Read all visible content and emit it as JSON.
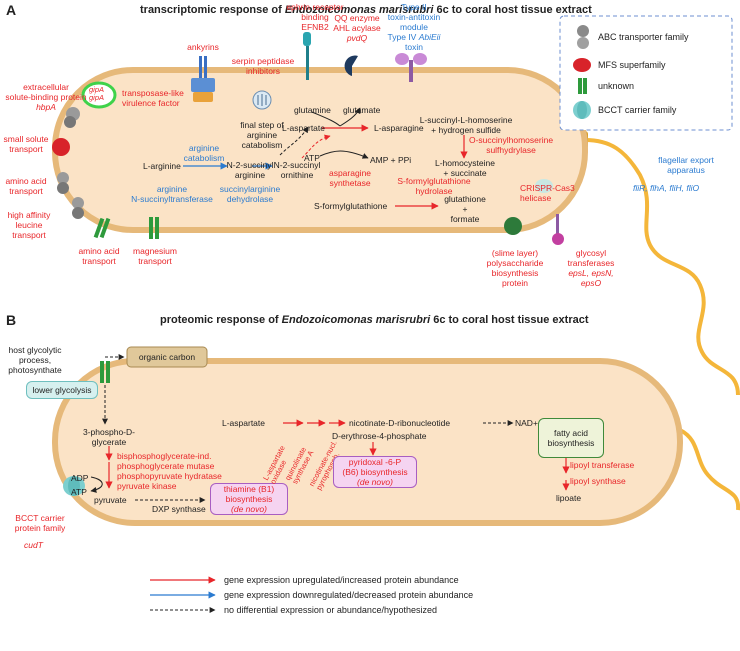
{
  "panel_a": {
    "letter": "A",
    "title_pre": "transcriptomic response of ",
    "title_species": "Endozoicomonas marisrubri",
    "title_post": " 6c to coral host tissue extract"
  },
  "panel_b": {
    "letter": "B",
    "title_pre": "proteomic response of ",
    "title_species": "Endozoicomonas marisrubri",
    "title_post": " 6c to coral host tissue extract"
  },
  "legend_a": {
    "abc": "ABC transporter family",
    "mfs": "MFS superfamily",
    "unknown": "unknown",
    "bcct": "BCCT carrier family"
  },
  "a_outside": {
    "ecsbp_1": "extracellular",
    "ecsbp_2": "solute-binding protein",
    "ecsbp_gene": "hbpA",
    "small_solute_1": "small solute",
    "small_solute_2": "transport",
    "amino_left_1": "amino acid",
    "amino_left_2": "transport",
    "leucine_1": "high affinity",
    "leucine_2": "leucine",
    "leucine_3": "transport",
    "amino_bottom_1": "amino acid",
    "amino_bottom_2": "transport",
    "magnesium_1": "magnesium",
    "magnesium_2": "transport",
    "ankyrins": "ankyrins",
    "serpin_1": "serpin peptidase",
    "serpin_2": "inhibitors",
    "ephrin_1": "ephrin receptor",
    "ephrin_2": "binding",
    "ephrin_3": "EFNB2",
    "qq_1": "QQ enzyme",
    "qq_2": "AHL acylase",
    "qq_gene": "pvdQ",
    "ta_1": "Type II",
    "ta_2": "toxin-antitoxin",
    "ta_3": "module",
    "ta_4_pre": "Type IV ",
    "ta_4_gene": "AbiEii",
    "ta_5": "toxin",
    "slime_1": "(slime layer)",
    "slime_2": "polysaccharide",
    "slime_3": "biosynthesis",
    "slime_4": "protein",
    "glycosyl_1": "glycosyl",
    "glycosyl_2": "transferases",
    "glycosyl_genes_1": "epsL, epsN,",
    "glycosyl_genes_2": "epsO",
    "flagellar_1": "flagellar export",
    "flagellar_2": "apparatus",
    "flagellar_genes": "fliR, flhA, fliH, fliO"
  },
  "a_inside": {
    "gipA_1": "gipA",
    "gipA_2": "gipA",
    "transposase_1": "transposase-like",
    "transposase_2": "virulence factor",
    "final_step_1": "final step of",
    "final_step_2": "arginine",
    "final_step_3": "catabolism",
    "l_arginine": "L-arginine",
    "arg_catabolism_1": "arginine",
    "arg_catabolism_2": "catabolism",
    "n2_succ_arg_1": "N-2-succinyl",
    "n2_succ_arg_2": "arginine",
    "n2_succ_orn_1": "N-2-succinyl",
    "n2_succ_orn_2": "ornithine",
    "arg_nst_1": "arginine",
    "arg_nst_2": "N-succinyltransferase",
    "sad_1": "succinylarginine",
    "sad_2": "dehydrolase",
    "glutamine": "glutamine",
    "glutamate": "glutamate",
    "l_aspartate": "L-aspartate",
    "l_asparagine": "L-asparagine",
    "atp": "ATP",
    "amp_ppi": "AMP + PPi",
    "asn_synth_1": "asparagine",
    "asn_synth_2": "synthetase",
    "succ_hs_1": "L-succinyl-L-homoserine",
    "succ_hs_2": "+ hydrogen sulfide",
    "osuc_1": "O-succinylhomoserine",
    "osuc_2": "sulfhydrylase",
    "homocys_1": "L-homocysteine",
    "homocys_2": "+ succinate",
    "sfg_hydro_1": "S-formylglutathione",
    "sfg_hydro_2": "hydrolase",
    "sfg": "S-formylglutathione",
    "gsh_1": "glutathione",
    "gsh_2": "+",
    "gsh_3": "formate",
    "crispr_1": "CRISPR-Cas3",
    "crispr_2": "helicase"
  },
  "b_items": {
    "host_1": "host glycolytic",
    "host_2": "process,",
    "host_3": "photosynthate",
    "organic_carbon": "organic carbon",
    "lower_glycolysis": "lower glycolysis",
    "pga_1": "3-phospho-D-",
    "pga_2": "glycerate",
    "bpgm_1": "bisphosphoglycerate-ind.",
    "bpgm_2": "phosphoglycerate  mutase",
    "enolase": "phosphopyruvate hydratase",
    "pk": "pyruvate kinase",
    "adp": "ADP",
    "atp": "ATP",
    "pyruvate": "pyruvate",
    "dxp": "DXP synthase",
    "thiamine_1": "thiamine (B1)",
    "thiamine_2": "biosynthesis",
    "thiamine_3": "(de novo)",
    "bcct_1": "BCCT carrier",
    "bcct_2": "protein family",
    "bcct_gene": "cudT",
    "l_aspartate": "L-aspartate",
    "nicotinate": "nicotinate-D-ribonucleotide",
    "nad": "NAD+/NADH",
    "enz_1": "L-aspartate",
    "enz_2": "oxidase",
    "enz_3": "quinolinate",
    "enz_4": "synthase A",
    "enz_5": "nicotinate-nucl.",
    "enz_6": "pyrophosph.",
    "e4p": "D-erythrose-4-phosphate",
    "pyridoxal_1": "pyridoxal -6-P",
    "pyridoxal_2": "(B6) biosynthesis",
    "pyridoxal_3": "(de novo)",
    "fatty_1": "fatty acid",
    "fatty_2": "biosynthesis",
    "lipoyl_transferase": "lipoyl transferase",
    "lipoyl_synthase": "lipoyl synthase",
    "lipoate": "lipoate"
  },
  "legend_b": {
    "up": "gene expression upregulated/increased protein abundance",
    "down": "gene expression downregulated/decreased protein abundance",
    "none": "no differential expression or abundance/hypothesized"
  },
  "colors": {
    "red": "#e8262a",
    "blue": "#2b7bd0",
    "cell_fill": "#fbe3c6",
    "cell_stroke": "#e6b97a",
    "flagellum": "#f4b63a",
    "transporter_green": "#2e9a3c",
    "mfs_red": "#d8232a",
    "bcct_teal": "#7ccfcf",
    "abc_gray": "#8a8a8a",
    "pink_box": "#f5d4f1",
    "purple_box": "#a85ec2",
    "green_box": "#eef3d9",
    "teal_box": "#d6f0ef"
  }
}
